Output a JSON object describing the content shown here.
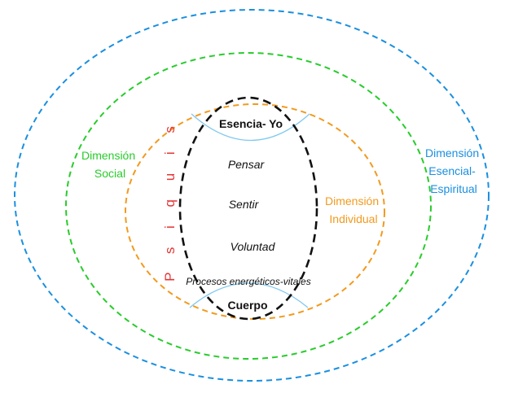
{
  "colors": {
    "outer": "#1a8fe0",
    "social": "#27cc2a",
    "individual": "#f29a1e",
    "core": "#111111",
    "arcs": "#7fc8f0",
    "psiquis": "#e53434"
  },
  "labels": {
    "esencial_line1": "Dimensión",
    "esencial_line2": "Esencial-",
    "esencial_line3": "Espiritual",
    "social_line1": "Dimensión",
    "social_line2": "Social",
    "individual_line1": "Dimensión",
    "individual_line2": "Individual",
    "esencia_yo": "Esencia- Yo",
    "pensar": "Pensar",
    "sentir": "Sentir",
    "voluntad": "Voluntad",
    "procesos": "Procesos energéticos-vitales",
    "cuerpo": "Cuerpo",
    "psiquis": "P s i q u i s"
  },
  "icons": {
    "outer_ring": "dashed-ellipse",
    "social_ring": "dashed-ellipse",
    "individual_ring": "dashed-ellipse",
    "core": "dashed-ellipse"
  }
}
